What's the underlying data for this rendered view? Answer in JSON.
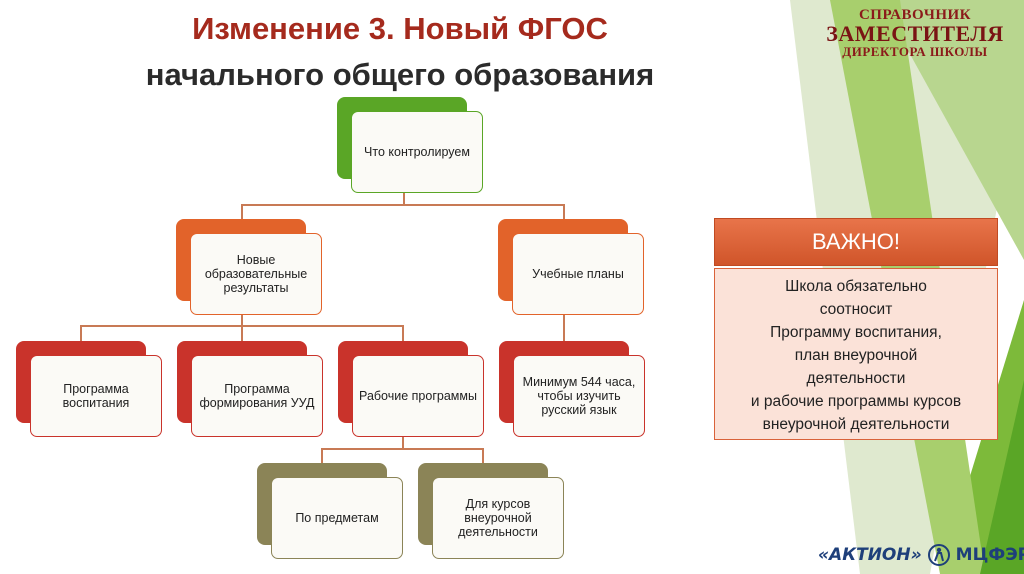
{
  "title": {
    "line1": "Изменение 3. Новый ФГОС",
    "line2": "начального общего образования"
  },
  "brand_top": {
    "line1": "СПРАВОЧНИК",
    "line2": "ЗАМЕСТИТЕЛЯ",
    "line3": "ДИРЕКТОРА ШКОЛЫ"
  },
  "diagram": {
    "root": "Что контролируем",
    "level2": [
      "Новые образовательные результаты",
      "Учебные планы"
    ],
    "level3": [
      "Программа воспитания",
      "Программа формирования УУД",
      "Рабочие программы",
      "Минимум 544 часа, чтобы изучить русский язык"
    ],
    "level4": [
      "По предметам",
      "Для курсов внеурочной деятельности"
    ]
  },
  "important": {
    "heading": "ВАЖНО!",
    "lines": [
      "Школа обязательно",
      "соотносит",
      "Программу воспитания,",
      "план внеурочной",
      "деятельности",
      "и рабочие программы курсов",
      "внеурочной деятельности"
    ]
  },
  "brand_bottom": {
    "aktion": "«АКТИОН»",
    "mcfer": "МЦФЭР"
  },
  "colors": {
    "title_red": "#a52a1d",
    "green": "#5aa626",
    "orange": "#e2632a",
    "red": "#c9332b",
    "khaki": "#8b8457"
  }
}
